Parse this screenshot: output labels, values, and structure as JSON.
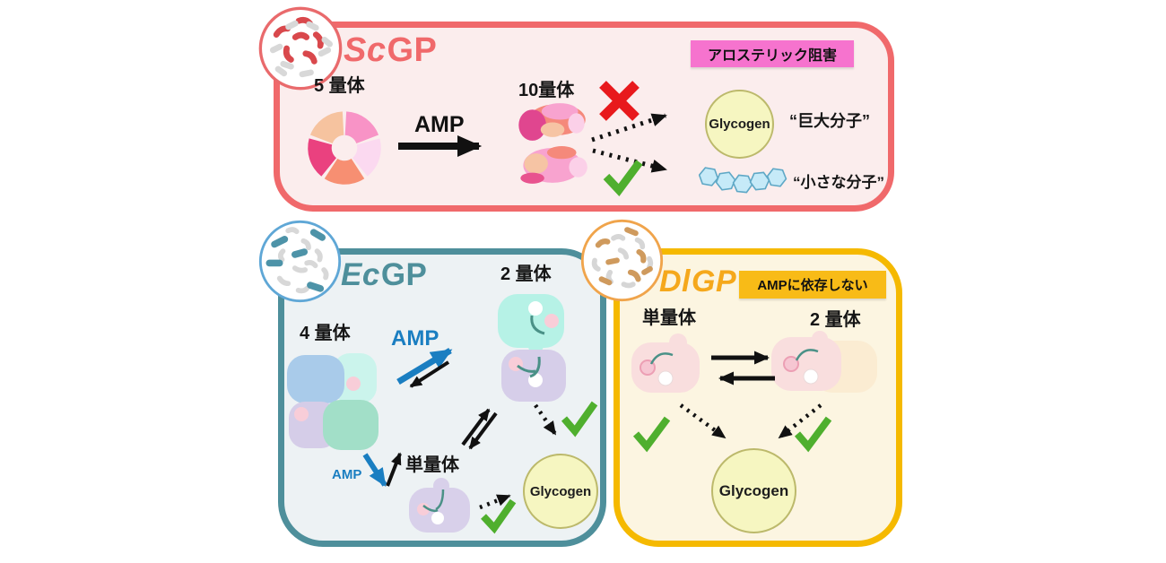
{
  "scgp": {
    "title_species": "Sc",
    "title_protein": "GP",
    "badge": "アロステリック阻害",
    "pentamer_label": "5 量体",
    "decamer_label": "10量体",
    "amp": "AMP",
    "glycogen": "Glycogen",
    "big_molecule": "“巨大分子”",
    "small_molecule": "“小さな分子”"
  },
  "ecgp": {
    "title_species": "Ec",
    "title_protein": "GP",
    "tetramer_label": "4 量体",
    "dimer_label": "2 量体",
    "monomer_label": "単量体",
    "amp_main": "AMP",
    "amp_small": "AMP",
    "glycogen": "Glycogen"
  },
  "dlgp": {
    "title_species": "Dl",
    "title_protein": "GP",
    "badge": "AMPに依存しない",
    "monomer_label": "単量体",
    "dimer_label": "2 量体",
    "glycogen": "Glycogen"
  },
  "icons": {
    "cross": "✕",
    "check": "✓",
    "scgp_bacteria": "red-rod-bacteria-circle",
    "ecgp_bacteria": "blue-rod-bacteria-circle",
    "dlgp_bacteria": "orange-rod-bacteria-circle"
  },
  "colors": {
    "scgp_accent": "#F0696B",
    "scgp_bg": "#FBEDED",
    "scgp_badge_bg": "#F673CE",
    "ecgp_accent": "#4E8F9B",
    "ecgp_bg": "#EDF2F4",
    "amp_blue": "#1A7EC1",
    "dlgp_border": "#F5B900",
    "dlgp_title": "#F5A81C",
    "dlgp_bg": "#FCF5E1",
    "dlgp_badge_bg": "#F8BB17",
    "glycogen_fill": "#F6F6C1",
    "glycogen_border": "#BCB96B",
    "check_green": "#4FAF2E",
    "cross_red": "#E8191C"
  }
}
